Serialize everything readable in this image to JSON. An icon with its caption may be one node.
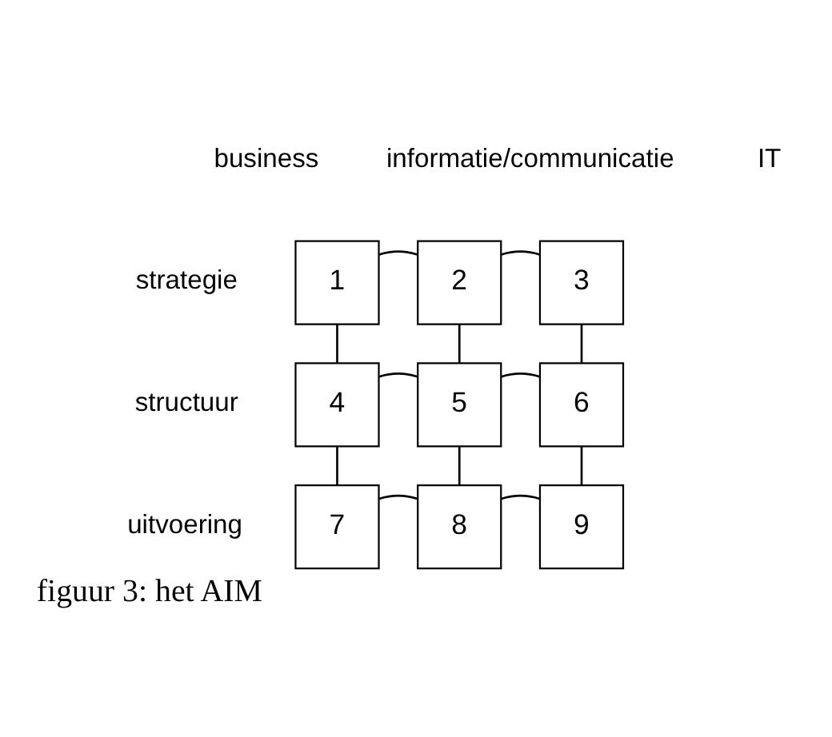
{
  "diagram": {
    "caption": "figuur 3: het AIM",
    "nodes": [
      {
        "text": [
          "1"
        ]
      },
      {
        "text": [
          "2"
        ]
      },
      {
        "text": [
          "3"
        ]
      },
      {
        "text": [
          "4"
        ]
      },
      {
        "text": [
          "5"
        ]
      },
      {
        "text": [
          "6"
        ]
      },
      {
        "text": [
          "7"
        ]
      },
      {
        "text": [
          "8"
        ]
      },
      {
        "text": [
          "9"
        ]
      }
    ],
    "edges": [
      {
        "from": 0,
        "to": 1,
        "arrow": "none"
      },
      {
        "from": 1,
        "to": 2,
        "arrow": "none"
      },
      {
        "from": 0,
        "to": 3,
        "arrow": "none"
      },
      {
        "from": 1,
        "to": 4,
        "arrow": "none"
      },
      {
        "from": 2,
        "to": 5,
        "arrow": "none"
      },
      {
        "from": 3,
        "to": 4,
        "arrow": "none"
      },
      {
        "from": 4,
        "to": 5,
        "arrow": "none"
      },
      {
        "from": 3,
        "to": 6,
        "arrow": "none"
      },
      {
        "from": 4,
        "to": 7,
        "arrow": "none"
      },
      {
        "from": 5,
        "to": 8,
        "arrow": "none"
      },
      {
        "from": 6,
        "to": 7,
        "arrow": "none"
      },
      {
        "from": 7,
        "to": 8,
        "arrow": "none"
      }
    ],
    "labels": [
      "business",
      "informatie/communicatie",
      "IT",
      "strategie",
      "structuur",
      "uitvoering"
    ]
  }
}
